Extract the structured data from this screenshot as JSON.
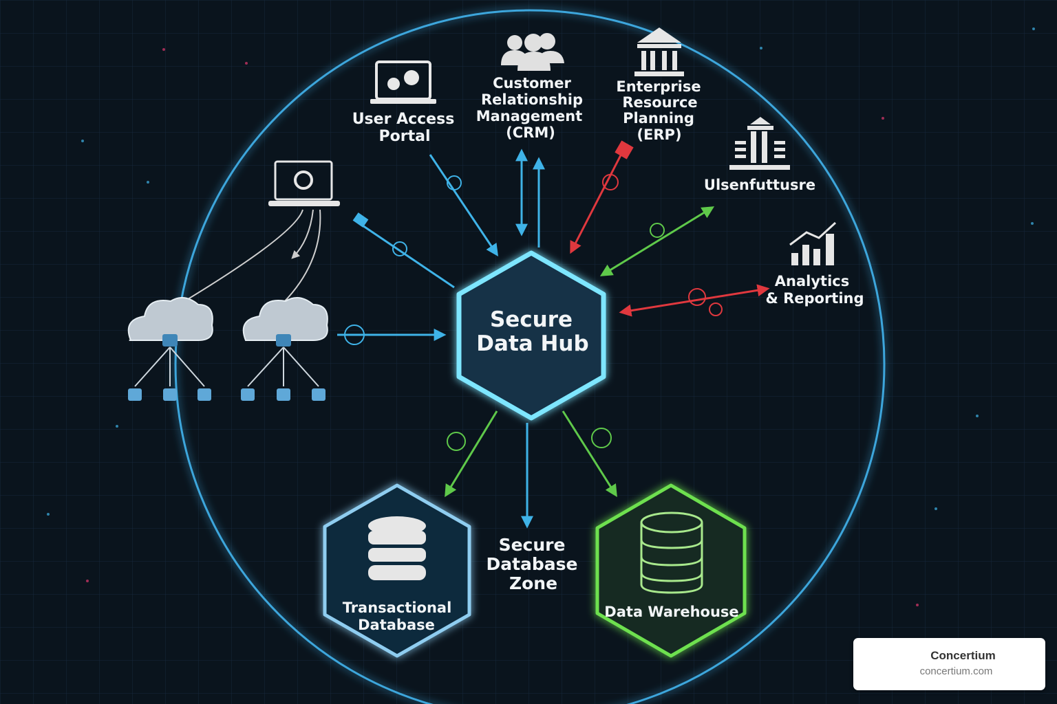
{
  "hub": {
    "line1": "Secure",
    "line2": "Data Hub"
  },
  "nodes": {
    "user_access_portal": {
      "line1": "User Access",
      "line2": "Portal"
    },
    "crm": {
      "line1": "Customer",
      "line2": "Relationship",
      "line3": "Management",
      "line4": "(CRM)"
    },
    "erp": {
      "line1": "Enterprise",
      "line2": "Resource",
      "line3": "Planning",
      "line4": "(ERP)"
    },
    "infrastructure": {
      "line1": "Ulsenfuttusre"
    },
    "analytics": {
      "line1": "Analytics",
      "line2": "& Reporting"
    },
    "transactional_db": {
      "line1": "Transactional",
      "line2": "Database"
    },
    "secure_db_zone": {
      "line1": "Secure",
      "line2": "Database",
      "line3": "Zone"
    },
    "data_warehouse": {
      "line1": "Data Warehouse"
    }
  },
  "watermark": {
    "brand": "Concertium",
    "url": "concertium.com"
  },
  "colors": {
    "blue": "#3fb3e8",
    "green": "#5fc94a",
    "red": "#e0383e",
    "bg": "#0a141d"
  }
}
